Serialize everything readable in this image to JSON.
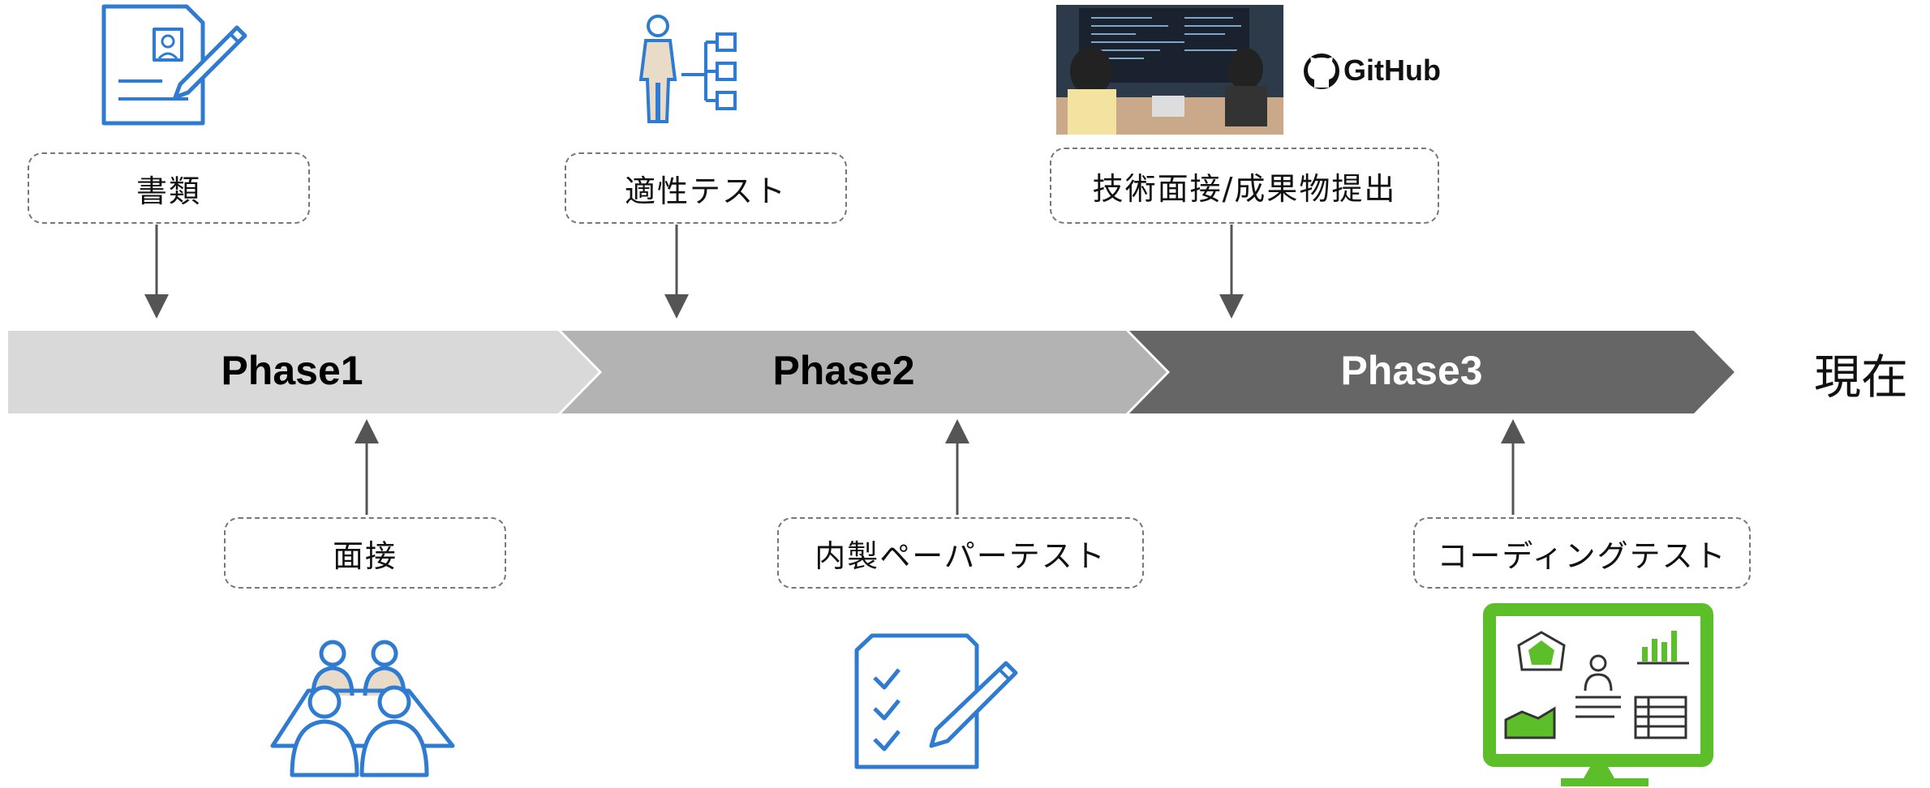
{
  "timeline": {
    "phases": [
      {
        "label": "Phase1",
        "fill": "#d9d9d9",
        "text_color": "#111111"
      },
      {
        "label": "Phase2",
        "fill": "#b3b3b3",
        "text_color": "#111111"
      },
      {
        "label": "Phase3",
        "fill": "#666666",
        "text_color": "#ffffff"
      }
    ],
    "now_label": "現在"
  },
  "top_steps": [
    {
      "label": "書類",
      "icon": "document-pen-icon"
    },
    {
      "label": "適性テスト",
      "icon": "org-chart-person-icon"
    },
    {
      "label": "技術面接/成果物提出",
      "icon": "photo-meeting-icon"
    }
  ],
  "bottom_steps": [
    {
      "label": "面接",
      "icon": "interview-people-icon"
    },
    {
      "label": "内製ペーパーテスト",
      "icon": "checklist-pen-icon"
    },
    {
      "label": "コーディングテスト",
      "icon": "monitor-dashboard-icon"
    }
  ],
  "brand": {
    "github_text": "GitHub"
  },
  "colors": {
    "icon_blue": "#2f7bd1",
    "icon_green": "#5cbf2a",
    "arrow": "#555555"
  }
}
